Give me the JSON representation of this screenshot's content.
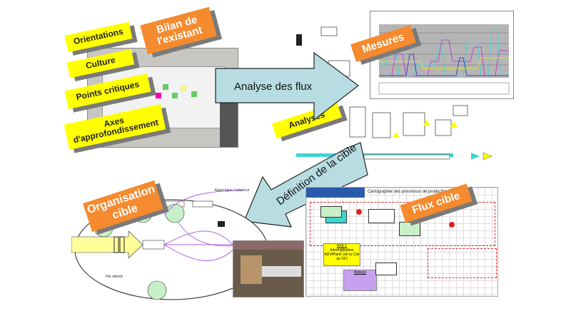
{
  "existing": {
    "labels": [
      "Orientations",
      "Culture",
      "Points critiques",
      "Axes d'approfondissement"
    ],
    "title_line1": "Bilan de",
    "title_line2": "l'existant"
  },
  "flows": {
    "arrow_analysis": "Analyse des flux",
    "measures_label": "Mesures",
    "analyses_label": "Analyses"
  },
  "target": {
    "arrow_definition": "Définition de la cible",
    "organisation_line1": "Organisation",
    "organisation_line2": "cible",
    "flux_label": "Flux cible",
    "appro_text": "Appro ligne / exterieur",
    "queue_text": "File attente",
    "map_title": "Cartographie des processus de production",
    "axe_title": "AXE 1",
    "axe_text": "Informatisation ADV/PlanF (de la Cde au OF)",
    "acteurs_title": "Acteurs"
  },
  "colors": {
    "yellow": "#ffff00",
    "orange": "#f58a2e",
    "arrow": "#b7dde3",
    "purple": "#b060e0",
    "cyan": "#3fd4d4"
  }
}
